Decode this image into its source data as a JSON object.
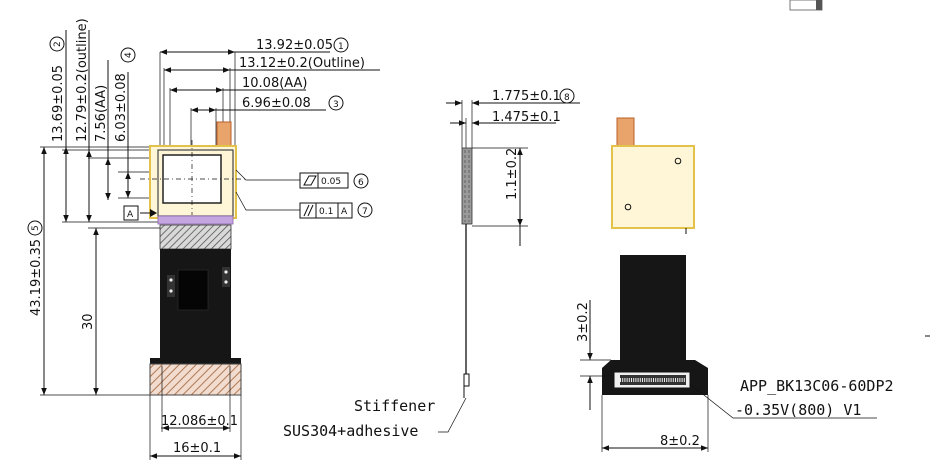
{
  "dimensions": {
    "d1": "13.92±0.05",
    "d1_mark": "1",
    "d2": "13.12±0.2(Outline)",
    "d3": "10.08(AA)",
    "d4": "6.96±0.08",
    "d4_mark": "3",
    "v1": "13.69±0.05",
    "v1_mark": "2",
    "v2": "12.79±0.2(outline)",
    "v3": "7.56(AA)",
    "v4": "6.03±0.08",
    "v4_mark": "4",
    "total_height": "43.19±0.35",
    "total_height_mark": "5",
    "flex_length": "30",
    "connector_width": "12.086±0.1",
    "bottom_width": "16±0.1",
    "thickness_total": "1.775±0.1",
    "thickness_total_mark": "8",
    "thickness_panel": "1.475±0.1",
    "side_height": "1.1±0.2",
    "conn_offset": "3±0.2",
    "conn_width": "8±0.2"
  },
  "tolerances": {
    "flatness_value": "0.05",
    "flatness_mark": "6",
    "parallel_value": "0.1",
    "parallel_datum": "A",
    "parallel_mark": "7",
    "datum_label": "A"
  },
  "notes": {
    "stiffener_line1": "Stiffener",
    "stiffener_line2": "SUS304+adhesive",
    "connector_line1": "APP_BK13C06-60DP2",
    "connector_line2": "-0.35V(800) V1"
  },
  "colors": {
    "outline_yellow": "#e8c84a",
    "tab_orange": "#d9874a",
    "flex_black": "#141414",
    "hatch_brown": "#b07a56",
    "purple": "#8a63a8"
  }
}
